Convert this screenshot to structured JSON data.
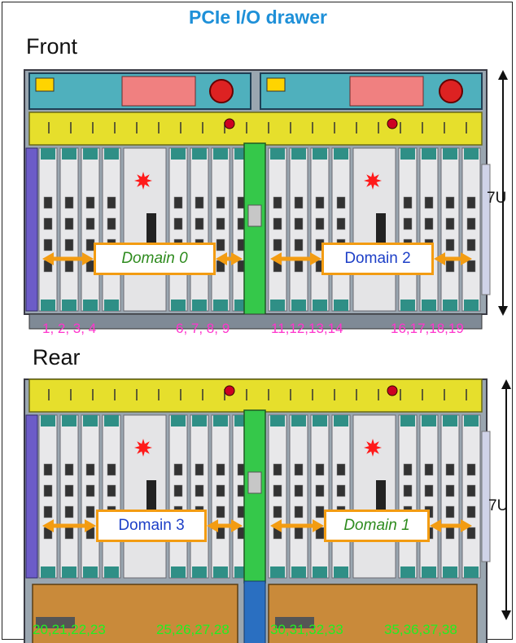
{
  "title": "PCIe I/O drawer",
  "front": {
    "label": "Front",
    "size": "7U",
    "domains": [
      "Domain 0",
      "Domain 2"
    ],
    "slot_groups": [
      "1,  2,  3, 4",
      "6, 7, 8, 9",
      "11,12,13,14",
      "16,17,18,19"
    ]
  },
  "rear": {
    "label": "Rear",
    "size": "7U",
    "domains": [
      "Domain 3",
      "Domain 1"
    ],
    "slot_groups": [
      "20,21,22,23",
      "25,26,27,28",
      "30,31,32,33",
      "35,36,37,38"
    ]
  },
  "colors": {
    "title": "#1e90d8",
    "front_slots": "#ff33cc",
    "rear_slots": "#22ee22",
    "arrow": "#f39c12",
    "chassis_yellow": "#e6df2c",
    "cover_teal": "#4fb0bd",
    "midplane_green": "#35c84a",
    "pcb_orange": "#c98a3a"
  }
}
